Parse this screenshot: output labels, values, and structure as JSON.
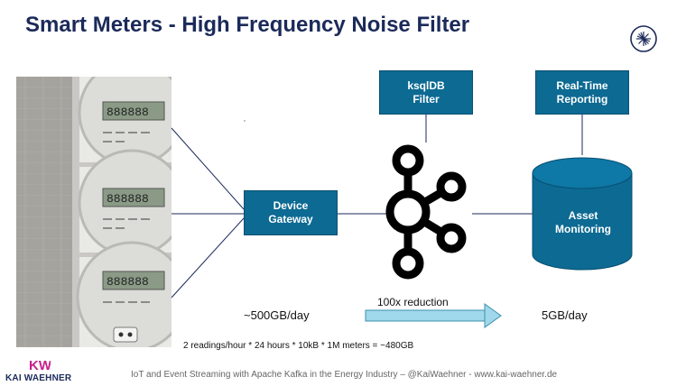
{
  "slide": {
    "title": "Smart Meters - High Frequency Noise Filter",
    "footer": "IoT and Event Streaming with Apache Kafka in the Energy Industry – @KaiWaehner - www.kai-waehner.de",
    "brand": "KAI WAEHNER",
    "brand_mark": "KW"
  },
  "boxes": {
    "device_gateway": "Device\nGateway",
    "ksqldb_filter": "ksqlDB\nFilter",
    "realtime_reporting": "Real-Time\nReporting",
    "asset_monitoring": "Asset\nMonitoring"
  },
  "labels": {
    "input_rate": "~500GB/day",
    "reduction": "100x reduction",
    "output_rate": "5GB/day",
    "calculation": "2 readings/hour * 24 hours * 10kB * 1M meters = ~480GB"
  },
  "colors": {
    "box": "#0c6a93",
    "title": "#1b2a5a",
    "arrow": "#9fd8ea",
    "cylinder": "#0c6a93",
    "brand_accent": "#c81e8c"
  },
  "meter_display": "888888"
}
